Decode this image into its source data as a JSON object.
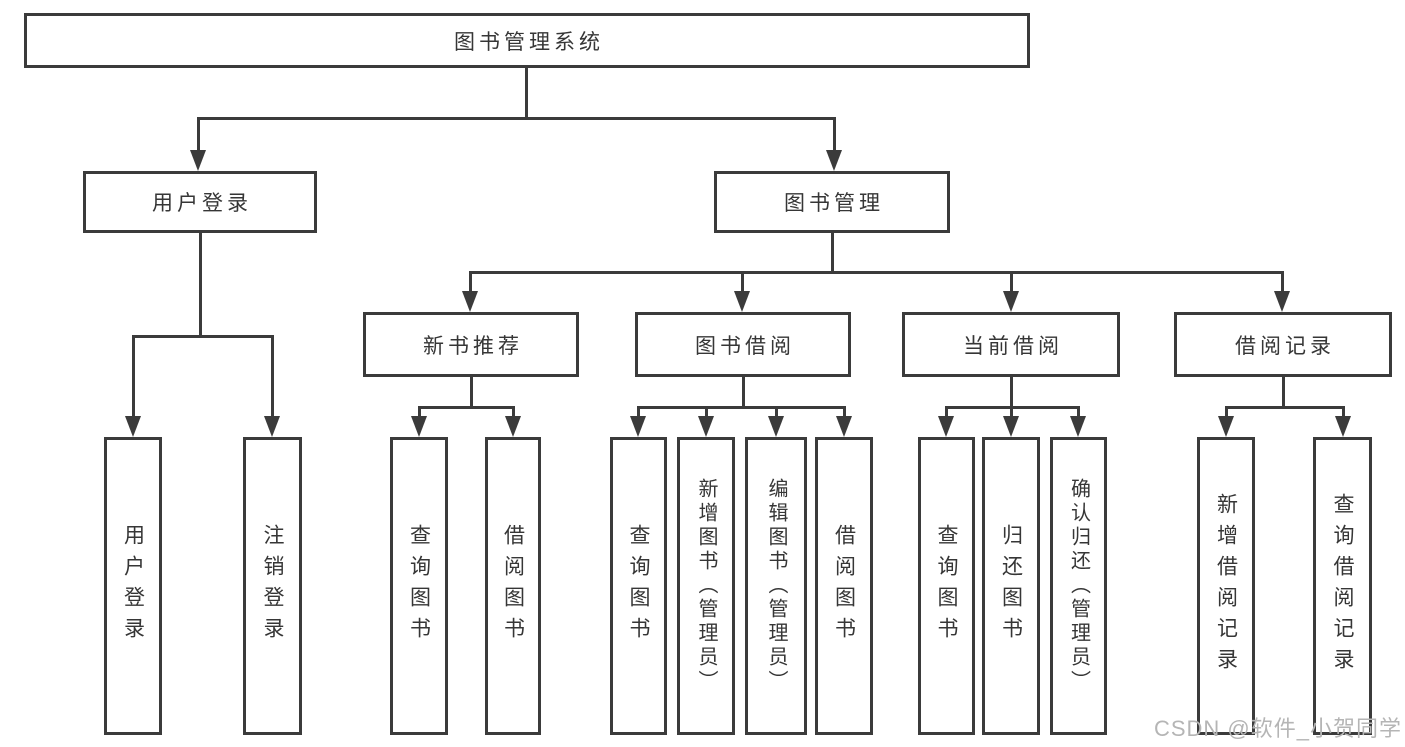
{
  "diagram_title": "图书管理系统",
  "root": {
    "label": "图书管理系统"
  },
  "level2": [
    {
      "id": "user-login",
      "label": "用户登录"
    },
    {
      "id": "book-management",
      "label": "图书管理"
    }
  ],
  "level3": [
    {
      "id": "new-book-recommendation",
      "label": "新书推荐"
    },
    {
      "id": "book-borrowing",
      "label": "图书借阅"
    },
    {
      "id": "current-borrowing",
      "label": "当前借阅"
    },
    {
      "id": "borrowing-records",
      "label": "借阅记录"
    }
  ],
  "leaves": [
    {
      "id": "user-login",
      "parent": "user-login",
      "label": "用户登录"
    },
    {
      "id": "logout",
      "parent": "user-login",
      "label": "注销登录"
    },
    {
      "id": "query-books-recommend",
      "parent": "new-book-recommendation",
      "label": "查询图书"
    },
    {
      "id": "borrow-books-recommend",
      "parent": "new-book-recommendation",
      "label": "借阅图书"
    },
    {
      "id": "query-books-borrow",
      "parent": "book-borrowing",
      "label": "查询图书"
    },
    {
      "id": "add-books-admin",
      "parent": "book-borrowing",
      "label": "新增图书（管理员）"
    },
    {
      "id": "edit-books-admin",
      "parent": "book-borrowing",
      "label": "编辑图书（管理员）"
    },
    {
      "id": "borrow-books",
      "parent": "book-borrowing",
      "label": "借阅图书"
    },
    {
      "id": "query-books-current",
      "parent": "current-borrowing",
      "label": "查询图书"
    },
    {
      "id": "return-books",
      "parent": "current-borrowing",
      "label": "归还图书"
    },
    {
      "id": "confirm-return-admin",
      "parent": "current-borrowing",
      "label": "确认归还（管理员）"
    },
    {
      "id": "add-borrow-record",
      "parent": "borrowing-records",
      "label": "新增借阅记录"
    },
    {
      "id": "query-borrow-record",
      "parent": "borrowing-records",
      "label": "查询借阅记录"
    }
  ],
  "watermark": {
    "text": "CSDN @软件_小贺同学"
  },
  "colors": {
    "line": "#3b3b3b",
    "text": "#363636",
    "watermark": "#b5b5b5",
    "background": "#ffffff"
  }
}
